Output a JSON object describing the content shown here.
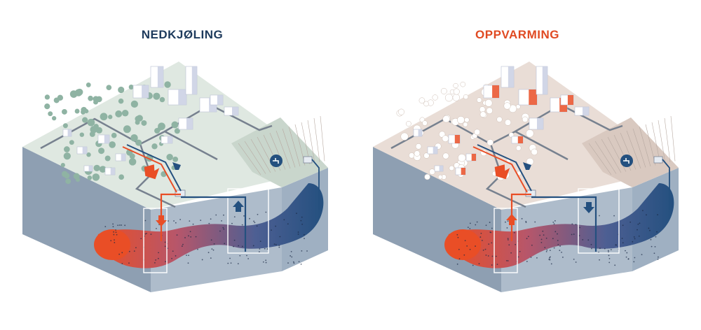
{
  "panels": [
    {
      "id": "left",
      "title": "NEDKJØLING",
      "title_color": "#1d3a5c",
      "ground_color": "#dfe8e1",
      "tree_color": "#8fb3a3",
      "field_color": "#c9d6cc",
      "building_hot": false,
      "arrow_pipe_left": "down",
      "arrow_pipe_right": "up",
      "arrow_surface_right": "down"
    },
    {
      "id": "right",
      "title": "OPPVARMING",
      "title_color": "#e04a22",
      "ground_color": "#e9ddd6",
      "tree_color": "#ffffff",
      "field_color": "#d9c9c0",
      "building_hot": true,
      "arrow_pipe_left": "up",
      "arrow_pipe_right": "down",
      "arrow_surface_right": "down"
    }
  ],
  "colors": {
    "hot": "#e94e26",
    "cold": "#24507f",
    "slab_front": "#aebccb",
    "slab_left": "#8e9fb2",
    "road": "#77818f"
  },
  "icons": [
    "water-tap-icon",
    "heat-pump-unit-icon"
  ]
}
